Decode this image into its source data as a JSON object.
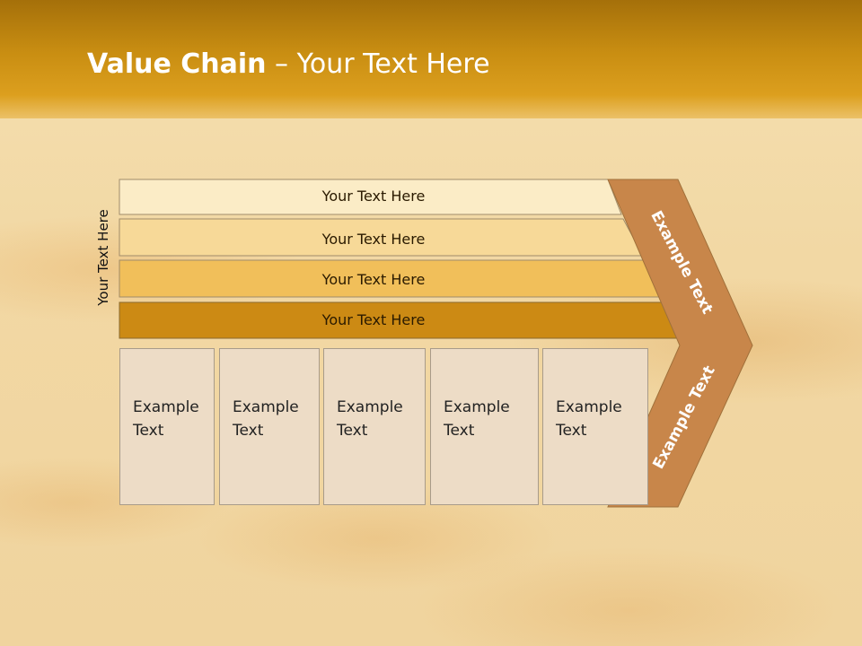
{
  "title": {
    "bold": "Value Chain",
    "rest": " – Your Text Here"
  },
  "side_label": "Your Text Here",
  "bands": [
    {
      "label": "Your Text Here",
      "color": "#fbecc6"
    },
    {
      "label": "Your Text Here",
      "color": "#f7d998"
    },
    {
      "label": "Your Text Here",
      "color": "#f1bf5a"
    },
    {
      "label": "Your Text Here",
      "color": "#cc8a14"
    }
  ],
  "boxes": [
    {
      "line1": "Example",
      "line2": "Text"
    },
    {
      "line1": "Example",
      "line2": "Text"
    },
    {
      "line1": "Example",
      "line2": "Text"
    },
    {
      "line1": "Example",
      "line2": "Text"
    },
    {
      "line1": "Example",
      "line2": "Text"
    }
  ],
  "arrow": {
    "upper": "Example Text",
    "lower": "Example Text",
    "color": "#c8864a"
  }
}
